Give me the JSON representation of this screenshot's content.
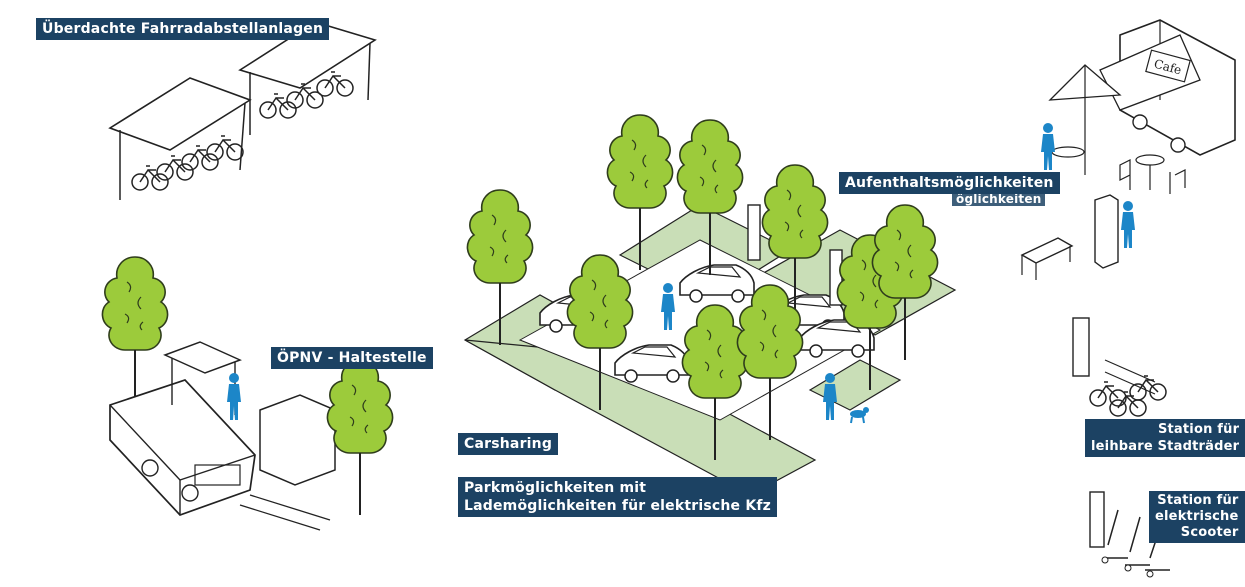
{
  "labels": {
    "bike_shelter": "Überdachte Fahrradabstellanlagen",
    "transit_stop": "ÖPNV - Haltestelle",
    "carsharing": "Carsharing",
    "parking_line1": "Parkmöglichkeiten mit",
    "parking_line2": "Lademöglichkeiten für elektrische Kfz",
    "leisure": "Aufenthaltsmöglichkeiten",
    "leisure_shadow": "öglichkeiten",
    "bike_station_line1": "Station für",
    "bike_station_line2": "leihbare Stadträder",
    "scooter_line1": "Station für",
    "scooter_line2": "elektrische",
    "scooter_line3": "Scooter",
    "cafe_sign": "Cafe"
  },
  "colors": {
    "label_bg": "#1c4263",
    "label_text": "#ffffff",
    "tree_fill": "#9ccb3b",
    "tree_stroke": "#2f3d1c",
    "ground_green": "#c9deb7",
    "person_blue": "#1c86c8",
    "line": "#222222"
  },
  "icons": [
    "bike-shelter-icon",
    "bus-icon",
    "tree-icon",
    "car-icon",
    "charging-station-icon",
    "person-icon",
    "dog-icon",
    "cafe-trailer-icon",
    "bench-icon",
    "bicycle-icon",
    "scooter-icon"
  ]
}
